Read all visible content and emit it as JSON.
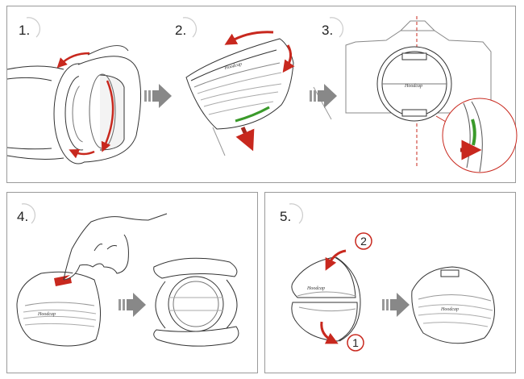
{
  "steps": {
    "s1": "1.",
    "s2": "2.",
    "s3": "3.",
    "s4": "4.",
    "s5": "5."
  },
  "callouts": {
    "c1": "1",
    "c2": "2"
  },
  "brand": "Hoodcap",
  "colors": {
    "accent_red": "#c8281e",
    "accent_green": "#3a9a2a",
    "arrow_gray": "#8a8a8a",
    "line": "#333333"
  },
  "icons": [
    "arrow-right-icon",
    "rotation-arrow-icon",
    "finger-press-icon"
  ]
}
